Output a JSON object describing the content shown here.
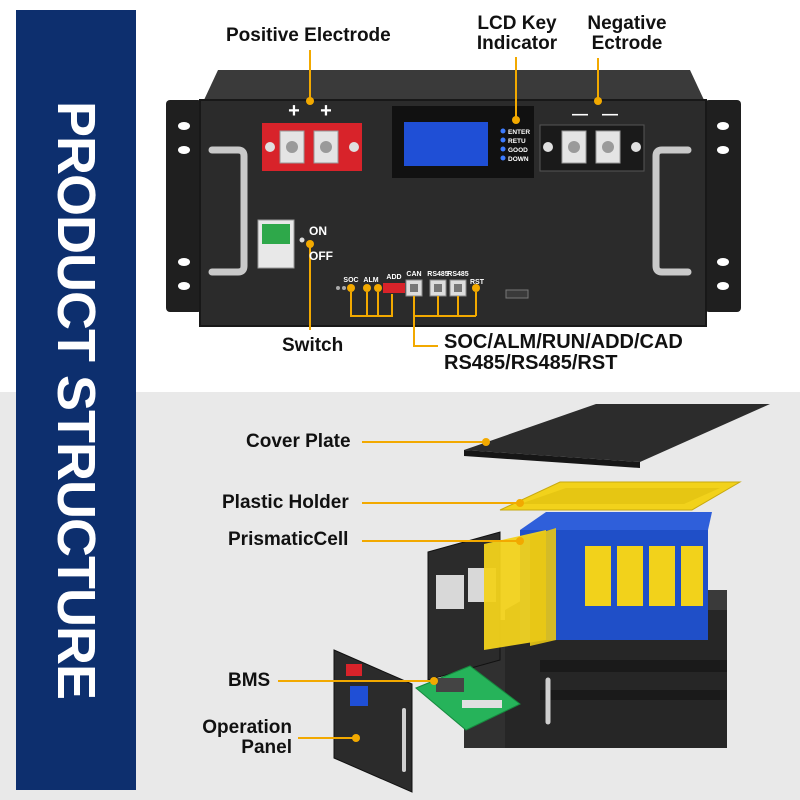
{
  "side_title": "PRODUCT STRUCTURE",
  "colors": {
    "band": "#0d2f6e",
    "callout": "#f2a900",
    "chassis": "#2b2b2b",
    "positive": "#d8232a",
    "lcd": "#1f4fd6",
    "cell_blue": "#1f4fc8",
    "cell_yellow": "#f2d21b",
    "breaker_green": "#2ea84a"
  },
  "front_panel": {
    "positive_label": "Positive Electrode",
    "lcd_label": [
      "LCD Key",
      "Indicator"
    ],
    "negative_label": [
      "Negative",
      "Ectrode"
    ],
    "switch_label": "Switch",
    "ports_label": [
      "SOC/ALM/RUN/ADD/CAD",
      "RS485/RS485/RST"
    ],
    "plus_signs": [
      "+",
      "+"
    ],
    "minus_signs": [
      "—",
      "—"
    ],
    "switch_on": "ON",
    "switch_off": "OFF",
    "keys": [
      "ENTER",
      "RETU",
      "GOOD",
      "DOWN"
    ],
    "ports": [
      "SOC",
      "ALM",
      "ADD",
      "CAN",
      "RS485",
      "RS485",
      "RST"
    ]
  },
  "exploded": {
    "cover_plate": "Cover Plate",
    "plastic_holder": "Plastic Holder",
    "prismatic_cell": "PrismaticCell",
    "bms": "BMS",
    "operation_panel": [
      "Operation",
      "Panel"
    ]
  }
}
